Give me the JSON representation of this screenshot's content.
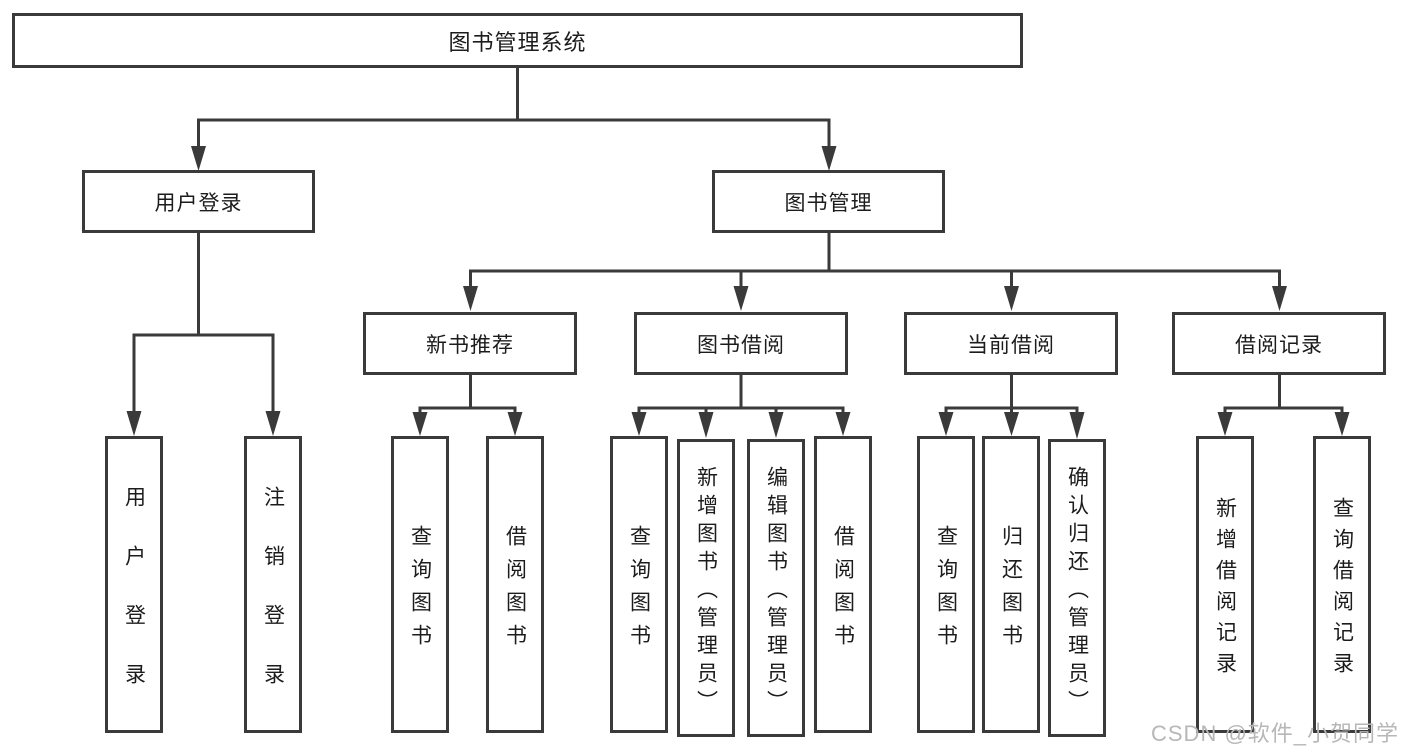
{
  "diagram": {
    "root": {
      "label": "图书管理系统"
    },
    "level2": [
      {
        "label": "用户登录"
      },
      {
        "label": "图书管理"
      }
    ],
    "level3": [
      {
        "label": "新书推荐",
        "parent": "图书管理"
      },
      {
        "label": "图书借阅",
        "parent": "图书管理"
      },
      {
        "label": "当前借阅",
        "parent": "图书管理"
      },
      {
        "label": "借阅记录",
        "parent": "图书管理"
      }
    ],
    "leaves": [
      {
        "label": "用户登录",
        "parent": "用户登录"
      },
      {
        "label": "注销登录",
        "parent": "用户登录"
      },
      {
        "label": "查询图书",
        "parent": "新书推荐"
      },
      {
        "label": "借阅图书",
        "parent": "新书推荐"
      },
      {
        "label": "查询图书",
        "parent": "图书借阅"
      },
      {
        "label": "新增图书（管理员）",
        "parent": "图书借阅"
      },
      {
        "label": "编辑图书（管理员）",
        "parent": "图书借阅"
      },
      {
        "label": "借阅图书",
        "parent": "图书借阅"
      },
      {
        "label": "查询图书",
        "parent": "当前借阅"
      },
      {
        "label": "归还图书",
        "parent": "当前借阅"
      },
      {
        "label": "确认归还（管理员）",
        "parent": "当前借阅"
      },
      {
        "label": "新增借阅记录",
        "parent": "借阅记录"
      },
      {
        "label": "查询借阅记录",
        "parent": "借阅记录"
      }
    ]
  },
  "watermark": {
    "text": "CSDN @软件_小贺同学"
  },
  "colors": {
    "line": "#3a3a3a",
    "text": "#1c1c1c",
    "background": "#ffffff",
    "watermark": "#b7b7b7"
  }
}
